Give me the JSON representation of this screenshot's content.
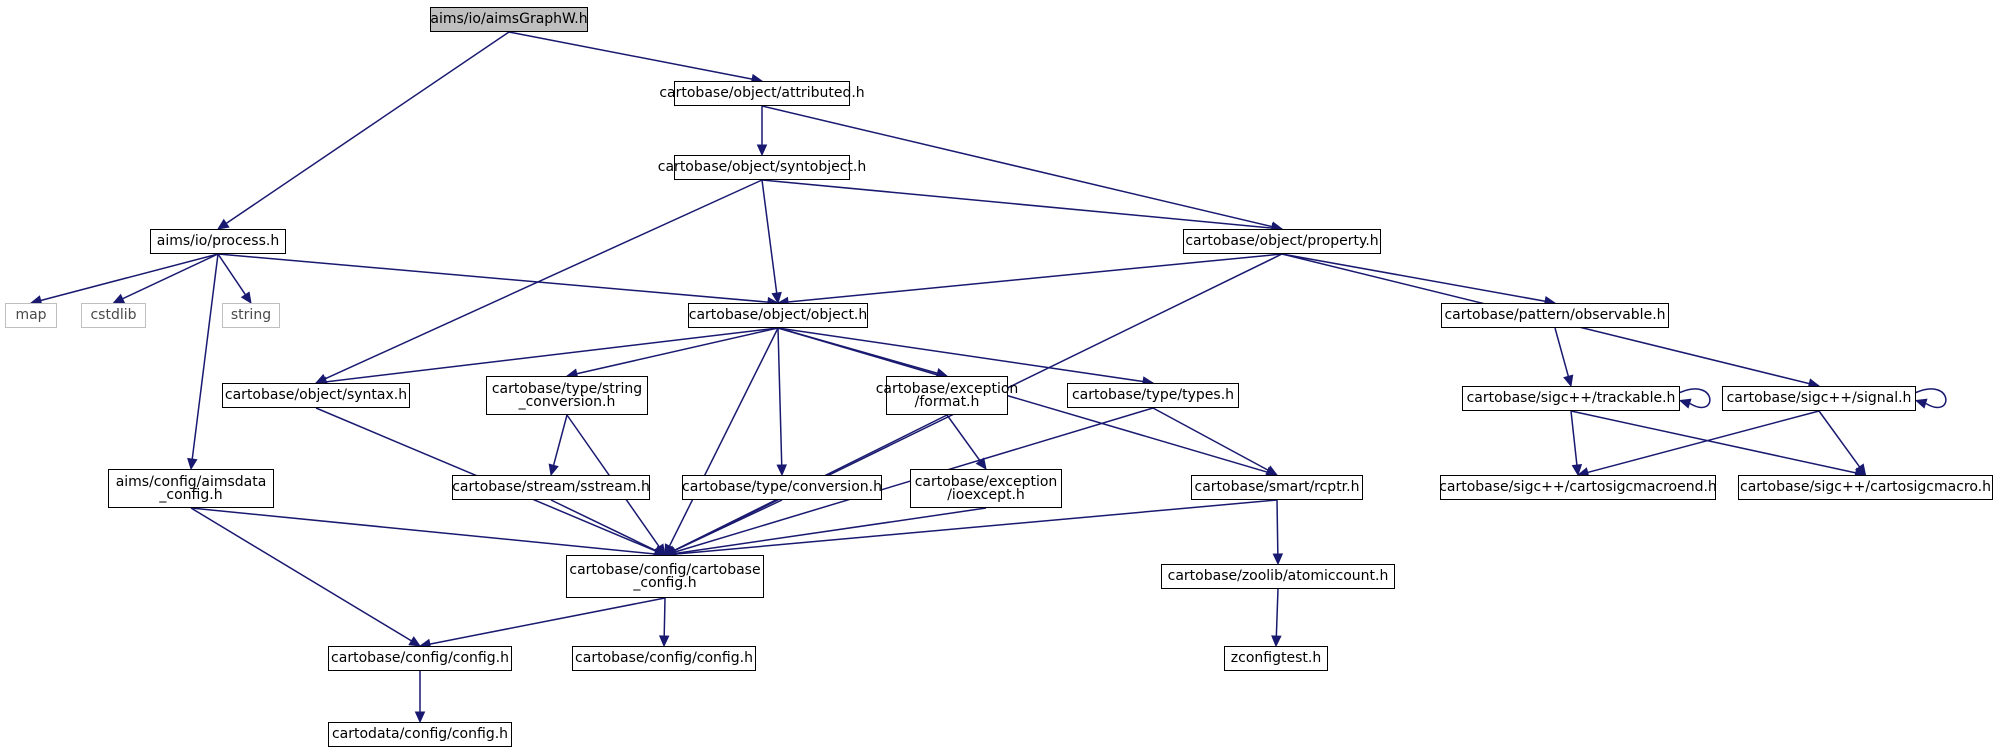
{
  "graph": {
    "root": "aims/io/aimsGraphW.h",
    "colors": {
      "edge": "#191970",
      "root_fill": "#bfbfbf",
      "external_border": "#bfbfbf",
      "node_border": "#000000"
    },
    "nodes": [
      {
        "id": "n_aimsgraphw",
        "label": "aims/io/aimsGraphW.h",
        "kind": "root"
      },
      {
        "id": "n_attributed",
        "label": "cartobase/object/attributed.h",
        "kind": "file"
      },
      {
        "id": "n_syntobject",
        "label": "cartobase/object/syntobject.h",
        "kind": "file"
      },
      {
        "id": "n_process",
        "label": "aims/io/process.h",
        "kind": "file"
      },
      {
        "id": "n_property",
        "label": "cartobase/object/property.h",
        "kind": "file"
      },
      {
        "id": "n_map",
        "label": "map",
        "kind": "external"
      },
      {
        "id": "n_cstdlib",
        "label": "cstdlib",
        "kind": "external"
      },
      {
        "id": "n_string",
        "label": "string",
        "kind": "external"
      },
      {
        "id": "n_object",
        "label": "cartobase/object/object.h",
        "kind": "file"
      },
      {
        "id": "n_observable",
        "label": "cartobase/pattern/observable.h",
        "kind": "file"
      },
      {
        "id": "n_syntax",
        "label": "cartobase/object/syntax.h",
        "kind": "file"
      },
      {
        "id": "n_strconv",
        "label": "cartobase/type/string\n_conversion.h",
        "kind": "file"
      },
      {
        "id": "n_format",
        "label": "cartobase/exception\n/format.h",
        "kind": "file"
      },
      {
        "id": "n_types",
        "label": "cartobase/type/types.h",
        "kind": "file"
      },
      {
        "id": "n_trackable",
        "label": "cartobase/sigc++/trackable.h",
        "kind": "file"
      },
      {
        "id": "n_signal",
        "label": "cartobase/sigc++/signal.h",
        "kind": "file"
      },
      {
        "id": "n_aimsdata",
        "label": "aims/config/aimsdata\n_config.h",
        "kind": "file"
      },
      {
        "id": "n_sstream",
        "label": "cartobase/stream/sstream.h",
        "kind": "file"
      },
      {
        "id": "n_conversion",
        "label": "cartobase/type/conversion.h",
        "kind": "file"
      },
      {
        "id": "n_ioexcept",
        "label": "cartobase/exception\n/ioexcept.h",
        "kind": "file"
      },
      {
        "id": "n_rcptr",
        "label": "cartobase/smart/rcptr.h",
        "kind": "file"
      },
      {
        "id": "n_macroend",
        "label": "cartobase/sigc++/cartosigcmacroend.h",
        "kind": "file"
      },
      {
        "id": "n_macro",
        "label": "cartobase/sigc++/cartosigcmacro.h",
        "kind": "file"
      },
      {
        "id": "n_cbconfig",
        "label": "cartobase/config/cartobase\n_config.h",
        "kind": "file"
      },
      {
        "id": "n_atomic",
        "label": "cartobase/zoolib/atomiccount.h",
        "kind": "file"
      },
      {
        "id": "n_config1",
        "label": "cartobase/config/config.h",
        "kind": "file"
      },
      {
        "id": "n_config2",
        "label": "cartobase/config/config.h",
        "kind": "file"
      },
      {
        "id": "n_zconfig",
        "label": "zconfigtest.h",
        "kind": "file"
      },
      {
        "id": "n_cdconfig",
        "label": "cartodata/config/config.h",
        "kind": "file"
      }
    ],
    "edges": [
      [
        "n_aimsgraphw",
        "n_attributed"
      ],
      [
        "n_aimsgraphw",
        "n_process"
      ],
      [
        "n_attributed",
        "n_syntobject"
      ],
      [
        "n_attributed",
        "n_property"
      ],
      [
        "n_syntobject",
        "n_property"
      ],
      [
        "n_syntobject",
        "n_object"
      ],
      [
        "n_syntobject",
        "n_syntax"
      ],
      [
        "n_process",
        "n_map"
      ],
      [
        "n_process",
        "n_cstdlib"
      ],
      [
        "n_process",
        "n_string"
      ],
      [
        "n_process",
        "n_object"
      ],
      [
        "n_process",
        "n_aimsdata"
      ],
      [
        "n_property",
        "n_object"
      ],
      [
        "n_property",
        "n_observable"
      ],
      [
        "n_property",
        "n_signal"
      ],
      [
        "n_property",
        "n_cbconfig"
      ],
      [
        "n_object",
        "n_syntax"
      ],
      [
        "n_object",
        "n_strconv"
      ],
      [
        "n_object",
        "n_conversion"
      ],
      [
        "n_object",
        "n_format"
      ],
      [
        "n_object",
        "n_types"
      ],
      [
        "n_object",
        "n_rcptr"
      ],
      [
        "n_object",
        "n_cbconfig"
      ],
      [
        "n_observable",
        "n_trackable"
      ],
      [
        "n_trackable",
        "n_trackable"
      ],
      [
        "n_trackable",
        "n_macroend"
      ],
      [
        "n_trackable",
        "n_macro"
      ],
      [
        "n_signal",
        "n_signal"
      ],
      [
        "n_signal",
        "n_macroend"
      ],
      [
        "n_signal",
        "n_macro"
      ],
      [
        "n_syntax",
        "n_cbconfig"
      ],
      [
        "n_strconv",
        "n_sstream"
      ],
      [
        "n_strconv",
        "n_cbconfig"
      ],
      [
        "n_format",
        "n_ioexcept"
      ],
      [
        "n_format",
        "n_cbconfig"
      ],
      [
        "n_types",
        "n_rcptr"
      ],
      [
        "n_types",
        "n_cbconfig"
      ],
      [
        "n_aimsdata",
        "n_cbconfig"
      ],
      [
        "n_aimsdata",
        "n_config1"
      ],
      [
        "n_sstream",
        "n_cbconfig"
      ],
      [
        "n_conversion",
        "n_cbconfig"
      ],
      [
        "n_ioexcept",
        "n_cbconfig"
      ],
      [
        "n_rcptr",
        "n_cbconfig"
      ],
      [
        "n_rcptr",
        "n_atomic"
      ],
      [
        "n_cbconfig",
        "n_config1"
      ],
      [
        "n_cbconfig",
        "n_config2"
      ],
      [
        "n_atomic",
        "n_zconfig"
      ],
      [
        "n_config1",
        "n_cdconfig"
      ]
    ]
  }
}
